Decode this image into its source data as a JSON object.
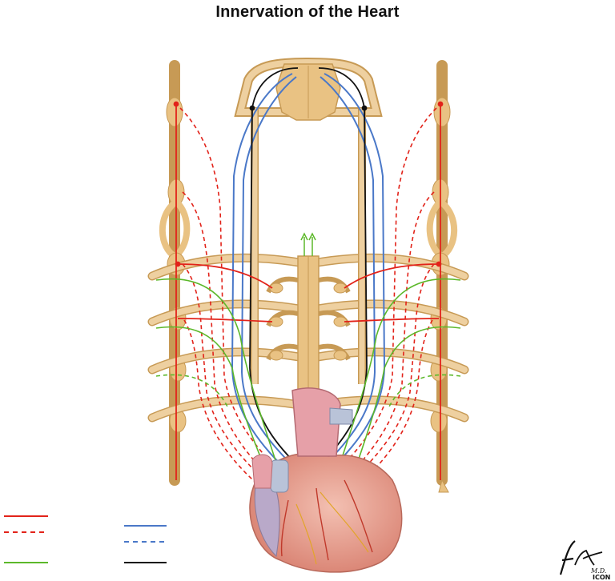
{
  "title": "Innervation of the Heart",
  "colors": {
    "sympathetic": "#e2231a",
    "parasympathetic": "#4a78c8",
    "afferent": "#5cb82a",
    "central": "#111111",
    "nerve_tissue": "#e9c283",
    "nerve_outline": "#c79a55",
    "heart": "#e9a394"
  },
  "legend": [
    {
      "style": "solid",
      "color": "#e2231a"
    },
    {
      "style": "dashed",
      "color": "#e2231a"
    },
    {
      "style": "solid",
      "color": "#5cb82a"
    },
    {
      "style": "solid",
      "color": "#4a78c8"
    },
    {
      "style": "dashed",
      "color": "#4a78c8"
    },
    {
      "style": "solid",
      "color": "#111111"
    }
  ],
  "signature": {
    "name": "F. Netter",
    "suffix": "M.D.",
    "mark": "ICON"
  }
}
